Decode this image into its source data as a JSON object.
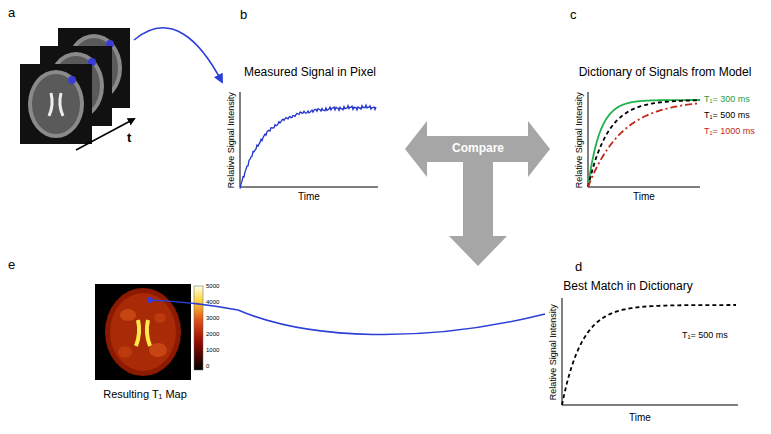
{
  "diagram": {
    "nodes": [
      {
        "text": [
          "a"
        ]
      },
      {
        "text": [
          "b",
          "Measured Signal in Pixel",
          "Relative Signal Intensity",
          "Time"
        ]
      },
      {
        "text": [
          "c",
          "Dictionary of Signals from Model",
          "Relative Signal Intensity",
          "Time",
          "T₁= 300 ms",
          "T₁= 500 ms",
          "T₁= 1000 ms"
        ]
      },
      {
        "text": [
          "Compare"
        ]
      },
      {
        "text": [
          "d",
          "Best Match in Dictionary",
          "Relative Signal Intensity",
          "Time",
          "T₁= 500 ms"
        ]
      },
      {
        "text": [
          "e",
          "Resulting T₁ Map"
        ]
      }
    ],
    "edges": [
      {
        "from": 0,
        "to": 1,
        "arrow": "to"
      },
      {
        "from": 4,
        "to": 5,
        "arrow": "none"
      }
    ],
    "labels": [
      "t",
      "5000",
      "4000",
      "3000",
      "2000",
      "1000",
      "0"
    ]
  }
}
